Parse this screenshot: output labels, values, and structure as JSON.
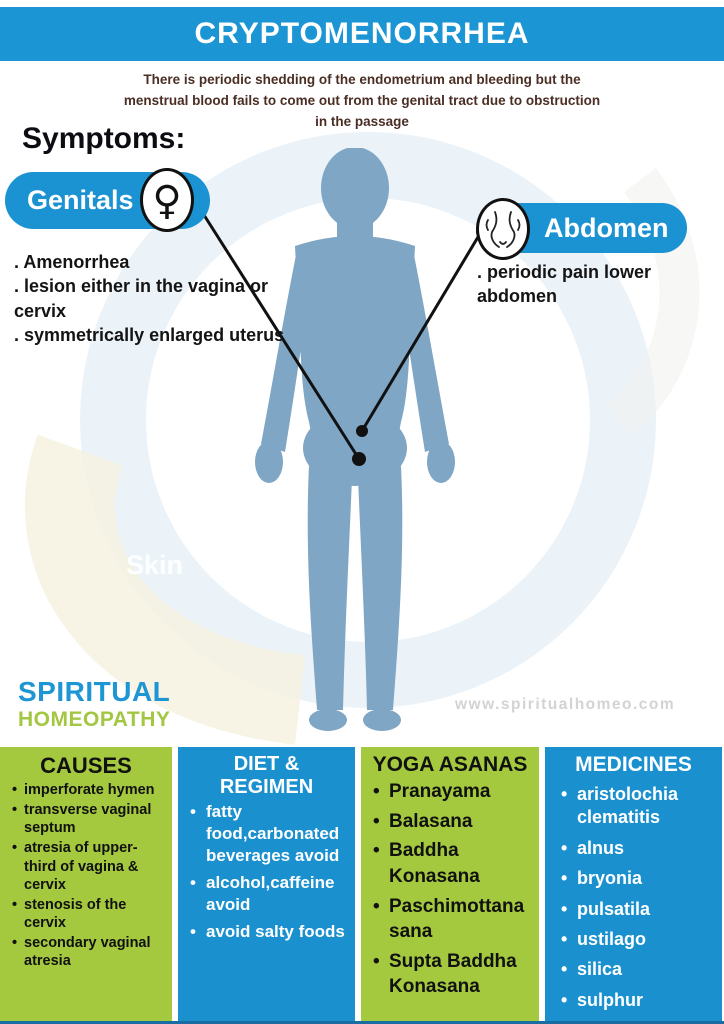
{
  "header": {
    "title": "CRYPTOMENORRHEA"
  },
  "description": "There is periodic shedding of the endometrium and bleeding but the menstrual blood  fails to come out from the genital tract due to obstruction in the passage",
  "symptoms": {
    "heading": "Symptoms:",
    "genitals": {
      "label": "Genitals",
      "icon": "female-symbol",
      "glyph": "♀",
      "items": [
        ". Amenorrhea",
        ". lesion either in the vagina or cervix",
        ". symmetrically enlarged uterus"
      ]
    },
    "abdomen": {
      "label": "Abdomen",
      "icon": "abdomen-pain",
      "items": [
        ". periodic pain lower abdomen"
      ]
    }
  },
  "brand": {
    "line1": "SPIRITUAL",
    "line2": "HOMEOPATHY",
    "website": "www.spiritualhomeo.com",
    "watermark": "Skin"
  },
  "panels": [
    {
      "title": "CAUSES",
      "items": [
        "imperforate hymen",
        "transverse vaginal septum",
        "atresia of upper-third of vagina & cervix",
        "stenosis of the cervix",
        "secondary vaginal atresia"
      ]
    },
    {
      "title": "DIET & REGIMEN",
      "items": [
        "fatty food,carbonated beverages avoid",
        "alcohol,caffeine avoid",
        "avoid salty foods"
      ]
    },
    {
      "title": "YOGA ASANAS",
      "items": [
        "Pranayama",
        "Balasana",
        "Baddha Konasana",
        "Paschimottanasana",
        "Supta Baddha Konasana"
      ]
    },
    {
      "title": "MEDICINES",
      "items": [
        "aristolochia clematitis",
        "alnus",
        "bryonia",
        "pulsatila",
        "ustilago",
        "silica",
        "sulphur"
      ]
    }
  ],
  "colors": {
    "accent_blue": "#1b95d3",
    "accent_green": "#a4c83e",
    "body_silhouette": "#7fa6c5",
    "description_text": "#4a2e24",
    "website_text": "#d3d3d3"
  }
}
